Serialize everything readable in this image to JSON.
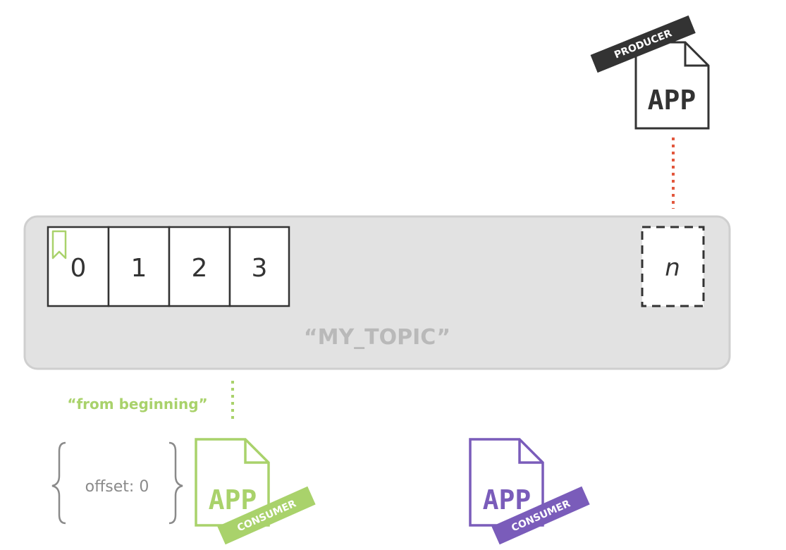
{
  "topic": {
    "name": "“MY_TOPIC”",
    "partitions": [
      "0",
      "1",
      "2",
      "3"
    ],
    "next_slot": "n"
  },
  "producer": {
    "app_label": "APP",
    "role_label": "PRODUCER",
    "color": "#333333",
    "link_color": "#e2583e"
  },
  "consumer_1": {
    "app_label": "APP",
    "role_label": "CONSUMER",
    "color": "#a9d26b",
    "mode_label": "“from beginning”",
    "offset_label": "offset: 0"
  },
  "consumer_2": {
    "app_label": "APP",
    "role_label": "CONSUMER",
    "color": "#7a5cba"
  },
  "colors": {
    "topic_fill": "#e2e2e2",
    "topic_stroke": "#cfcfcf",
    "bookmark": "#a9d26b"
  }
}
